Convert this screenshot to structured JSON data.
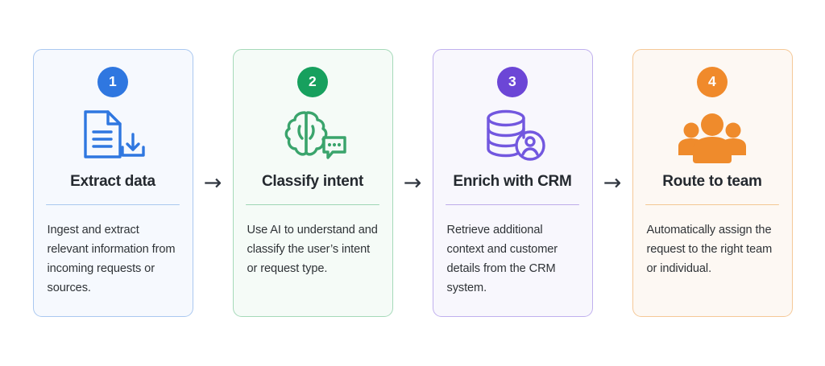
{
  "diagram": {
    "type": "horizontal-process-flow",
    "background_color": "#ffffff",
    "connector_glyph": "→",
    "connector_color": "#2f353f",
    "steps": [
      {
        "number": "1",
        "title": "Extract data",
        "body": "Ingest and extract relevant information from incoming requests or sources.",
        "icon": "document-download-icon",
        "accent_color": "#2f77e0",
        "badge_color": "#2f77e0",
        "card_background": "#f6f9fe",
        "card_border_color": "#aac8f0",
        "divider_color": "#a9c9ef",
        "icon_color": "#2f77e0",
        "icon_style": "outline"
      },
      {
        "number": "2",
        "title": "Classify intent",
        "body": "Use AI to understand and classify the user’s intent or request type.",
        "icon": "brain-chat-icon",
        "accent_color": "#17a05e",
        "badge_color": "#17a05e",
        "card_background": "#f5fbf7",
        "card_border_color": "#a5d9b9",
        "divider_color": "#9ed6b4",
        "icon_color": "#3aa46c",
        "icon_style": "outline"
      },
      {
        "number": "3",
        "title": "Enrich with CRM",
        "body": "Retrieve additional context and customer details from the CRM system.",
        "icon": "database-user-icon",
        "accent_color": "#6c46d6",
        "badge_color": "#6c46d6",
        "card_background": "#f8f7fd",
        "card_border_color": "#c0b0ee",
        "divider_color": "#bdace9",
        "icon_color": "#7257df",
        "icon_style": "outline"
      },
      {
        "number": "4",
        "title": "Route to team",
        "body": "Automatically assign the request to the right team or individual.",
        "icon": "people-group-icon",
        "accent_color": "#f08a2b",
        "badge_color": "#f08a2b",
        "card_background": "#fdf8f3",
        "card_border_color": "#f5c897",
        "divider_color": "#f3c893",
        "icon_color": "#ef8b2c",
        "icon_style": "solid"
      }
    ]
  }
}
